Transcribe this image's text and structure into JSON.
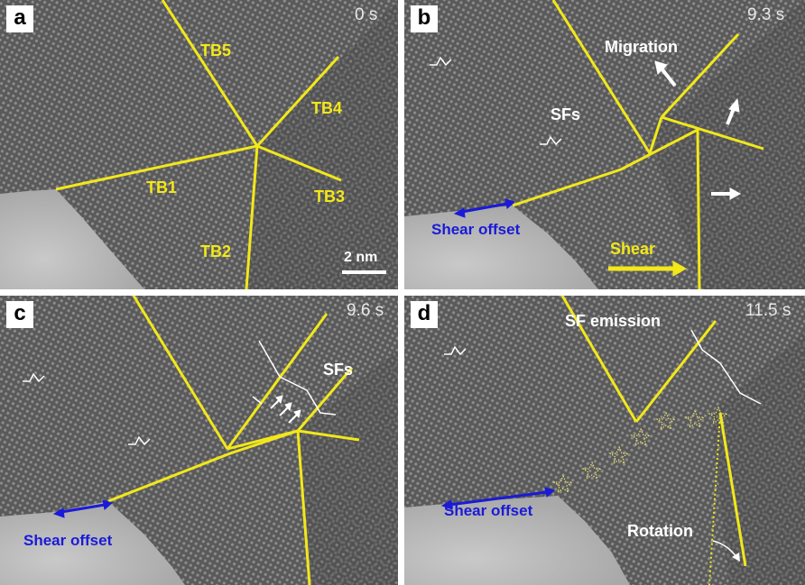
{
  "panels": [
    {
      "label": "a",
      "time": "0 s",
      "texts": {
        "tb5": "TB5",
        "tb4": "TB4",
        "tb1": "TB1",
        "tb3": "TB3",
        "tb2": "TB2",
        "scale": "2 nm"
      }
    },
    {
      "label": "b",
      "time": "9.3 s",
      "texts": {
        "migration": "Migration",
        "sfs": "SFs",
        "shear_offset": "Shear offset",
        "shear": "Shear"
      }
    },
    {
      "label": "c",
      "time": "9.6 s",
      "texts": {
        "sfs": "SFs",
        "shear_offset": "Shear offset"
      }
    },
    {
      "label": "d",
      "time": "11.5 s",
      "texts": {
        "sf_emission": "SF emission",
        "shear_offset": "Shear offset",
        "rotation": "Rotation"
      }
    }
  ],
  "colors": {
    "boundary": "#f2e81a",
    "offset": "#1a1ad8",
    "annotation": "#ffffff"
  }
}
